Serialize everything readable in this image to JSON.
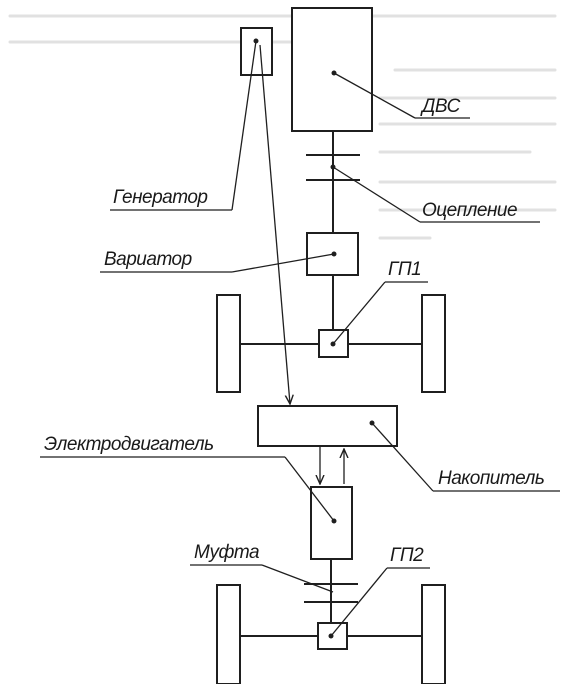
{
  "diagram": {
    "labels": {
      "engine": "ДВС",
      "generator": "Генератор",
      "clutch": "Оцепление",
      "variator": "Вариатор",
      "gear1": "ГП1",
      "electric_motor": "Электродвигатель",
      "storage": "Накопитель",
      "coupling": "Муфта",
      "gear2": "ГП2"
    }
  }
}
